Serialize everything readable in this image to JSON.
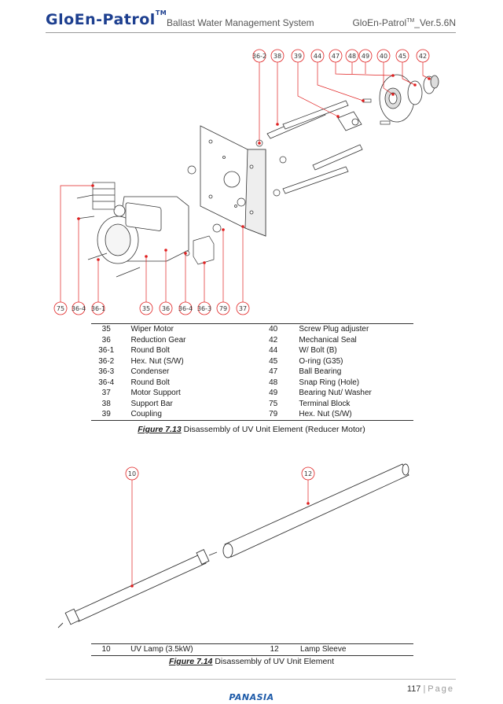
{
  "header": {
    "brand": "GloEn-Patrol",
    "brand_tm": "TM",
    "subtitle": "Ballast Water Management System",
    "version_prefix": "GloEn-Patrol",
    "version_tm": "TM",
    "version_suffix": "_Ver.5.6N"
  },
  "figure1": {
    "top_callouts": [
      "36-2",
      "38",
      "39",
      "44",
      "47",
      "48",
      "49",
      "40",
      "45",
      "42"
    ],
    "bottom_callouts": [
      "75",
      "36-4",
      "36-1",
      "35",
      "36",
      "36-4",
      "36-3",
      "79",
      "37"
    ],
    "parts_left": [
      {
        "no": "35",
        "name": "Wiper Motor"
      },
      {
        "no": "36",
        "name": "Reduction Gear"
      },
      {
        "no": "36-1",
        "name": "Round Bolt"
      },
      {
        "no": "36-2",
        "name": "Hex. Nut (S/W)"
      },
      {
        "no": "36-3",
        "name": "Condenser"
      },
      {
        "no": "36-4",
        "name": "Round Bolt"
      },
      {
        "no": "37",
        "name": "Motor Support"
      },
      {
        "no": "38",
        "name": "Support Bar"
      },
      {
        "no": "39",
        "name": "Coupling"
      }
    ],
    "parts_right": [
      {
        "no": "40",
        "name": "Screw Plug adjuster"
      },
      {
        "no": "42",
        "name": "Mechanical Seal"
      },
      {
        "no": "44",
        "name": "W/ Bolt (B)"
      },
      {
        "no": "45",
        "name": "O-ring (G35)"
      },
      {
        "no": "47",
        "name": "Ball Bearing"
      },
      {
        "no": "48",
        "name": "Snap Ring (Hole)"
      },
      {
        "no": "49",
        "name": "Bearing Nut/ Washer"
      },
      {
        "no": "75",
        "name": "Terminal Block"
      },
      {
        "no": "79",
        "name": "Hex. Nut (S/W)"
      }
    ],
    "caption_label": "Figure 7.13",
    "caption_text": " Disassembly of UV Unit Element (Reducer Motor)"
  },
  "figure2": {
    "callouts": [
      "10",
      "12"
    ],
    "parts": [
      {
        "no": "10",
        "name": "UV Lamp (3.5kW)",
        "no2": "12",
        "name2": "Lamp Sleeve"
      }
    ],
    "caption_label": "Figure 7.14",
    "caption_text": " Disassembly of UV Unit Element"
  },
  "footer": {
    "page_number": "117",
    "separator": "|",
    "page_word": "Page",
    "logo": "PANASIA"
  },
  "colors": {
    "brand_blue": "#1d3f8f",
    "brand_green": "#2b9a3d",
    "callout_red": "#e02020"
  }
}
